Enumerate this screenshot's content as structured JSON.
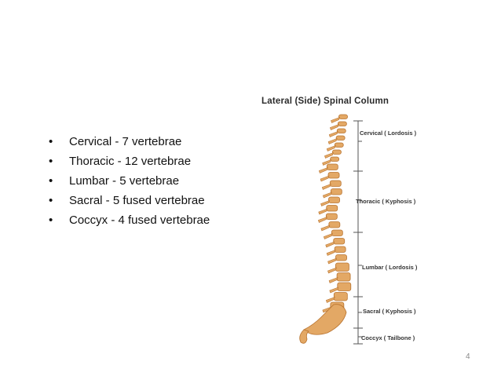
{
  "bullets": [
    "Cervical - 7 vertebrae",
    "Thoracic - 12 vertebrae",
    "Lumbar - 5 vertebrae",
    "Sacral - 5 fused vertebrae",
    "Coccyx - 4 fused vertebrae"
  ],
  "bullet_symbol": "•",
  "figure": {
    "title": "Lateral (Side) Spinal Column",
    "regions": {
      "cervical": "Cervical ( Lordosis )",
      "thoracic": "Thoracic ( Kyphosis )",
      "lumbar": "Lumbar ( Lordosis )",
      "sacral": "Sacral ( Kyphosis )",
      "coccyx": "Coccyx ( Tailbone )"
    },
    "colors": {
      "bone": "#e3a865",
      "bone_dark": "#b8732f",
      "bracket": "#555555"
    }
  },
  "page_number": "4"
}
